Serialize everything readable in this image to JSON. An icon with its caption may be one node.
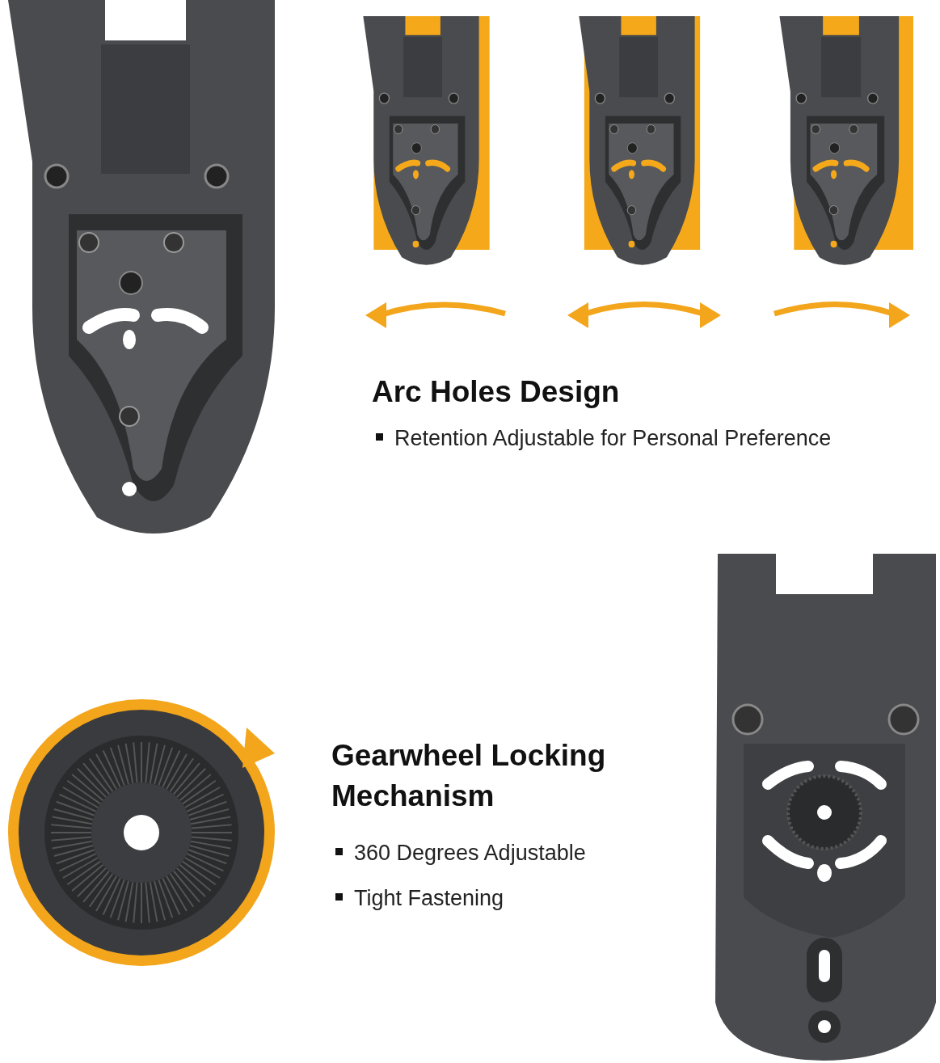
{
  "diagram": {
    "labels": [
      "Arc Holes Design",
      "Retention Adjustable for Personal Preference",
      "Gearwheel Locking Mechanism",
      "360 Degrees Adjustable",
      "Tight Fastening"
    ]
  }
}
